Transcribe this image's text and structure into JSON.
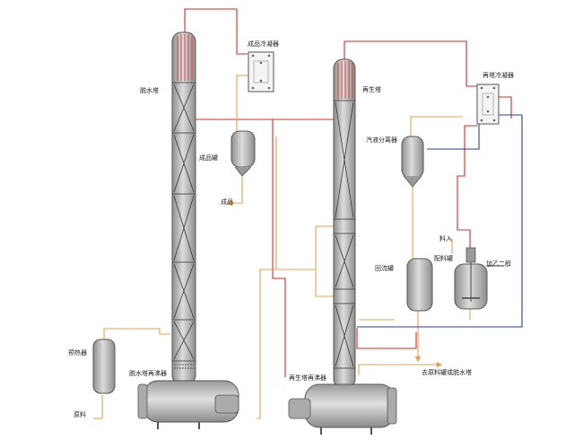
{
  "colors": {
    "red_line": "#d42a2a",
    "orange_line": "#e8a050",
    "blue_line": "#2a3aa8",
    "vessel_fill": "#bfbfbf",
    "vessel_stroke": "#555555",
    "text": "#222222"
  },
  "labels": {
    "dehydration_tower": "脱水塔",
    "product_condenser": "成品冷凝器",
    "finished_tank": "成品罐",
    "product": "成品",
    "regeneration_tower": "再生塔",
    "regen_condenser": "再塔冷凝器",
    "vapor_liquid_separator": "汽液分离器",
    "reflux_tank": "回流罐",
    "mixing_tank": "配料罐",
    "feed_in": "料入",
    "ethylene_glycol": "加乙二醇",
    "preheater": "预热器",
    "raw_material": "原料",
    "dehydration_reboiler": "脱水塔再沸器",
    "regen_reboiler": "再生塔再沸器",
    "to_waste_or_dehydration": "去原料罐或脱水塔"
  }
}
